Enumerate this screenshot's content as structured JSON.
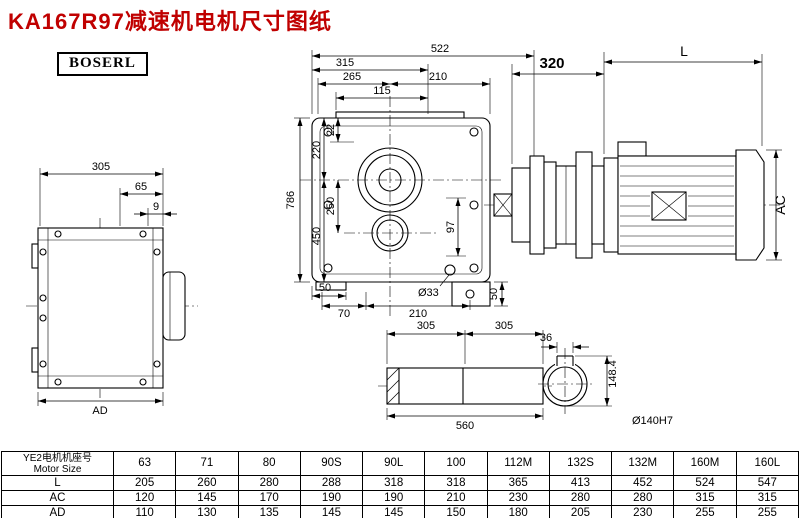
{
  "title": "KA167R97减速机电机尺寸图纸",
  "brand": "BOSERL",
  "colors": {
    "title": "#c00000",
    "line": "#000000"
  },
  "dims": {
    "d305_left": "305",
    "d65": "65",
    "d9": "9",
    "dAD": "AD",
    "d522": "522",
    "d315": "315",
    "d265": "265",
    "d210_top": "210",
    "d115": "115",
    "d786": "786",
    "d220": "220",
    "d22": "22",
    "d250": "250",
    "d450": "450",
    "d97": "97",
    "d50_left": "50",
    "d70": "70",
    "d210_bottom": "210",
    "d33": "Ø33",
    "d50_right": "50",
    "d320": "320",
    "dL": "L",
    "dAC": "AC",
    "d305_shaft_1": "305",
    "d305_shaft_2": "305",
    "d560": "560",
    "d36": "36",
    "d148_4": "148.4",
    "d140": "Ø140H7"
  },
  "table": {
    "label_line1": "YE2电机机座号",
    "label_line2": "Motor Size",
    "frames": [
      "63",
      "71",
      "80",
      "90S",
      "90L",
      "100",
      "112M",
      "132S",
      "132M",
      "160M",
      "160L"
    ],
    "rows": [
      {
        "label": "L",
        "values": [
          "205",
          "260",
          "280",
          "288",
          "318",
          "318",
          "365",
          "413",
          "452",
          "524",
          "547"
        ]
      },
      {
        "label": "AC",
        "values": [
          "120",
          "145",
          "170",
          "190",
          "190",
          "210",
          "230",
          "280",
          "280",
          "315",
          "315"
        ]
      },
      {
        "label": "AD",
        "values": [
          "110",
          "130",
          "135",
          "145",
          "145",
          "150",
          "180",
          "205",
          "230",
          "255",
          "255"
        ]
      }
    ]
  }
}
